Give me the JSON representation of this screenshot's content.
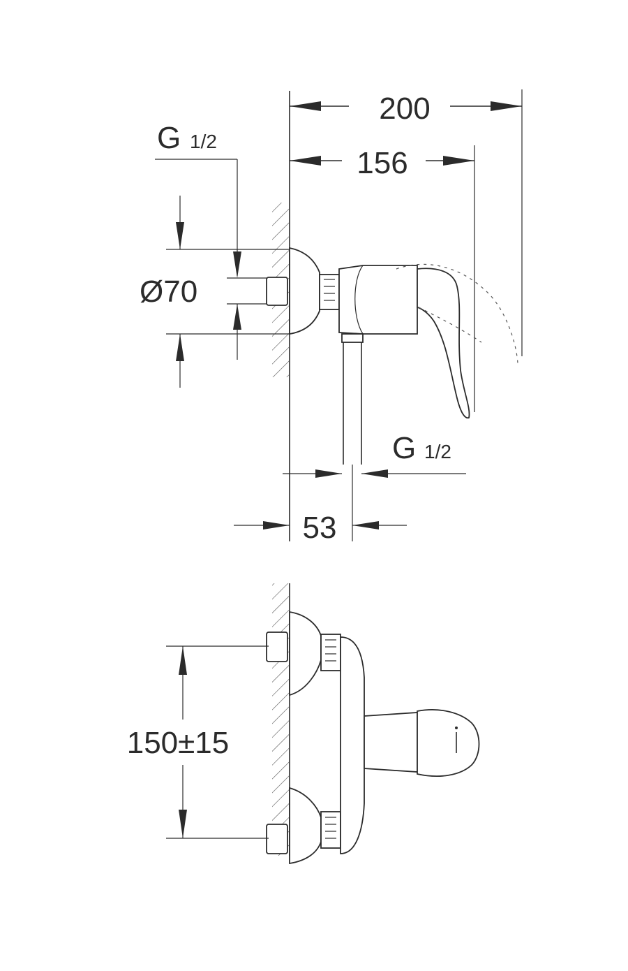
{
  "top_view": {
    "dim_overall": "200",
    "dim_body": "156",
    "dim_diameter": "Ø70",
    "dim_wall_offset": "53",
    "thread_inlet": {
      "base": "G",
      "fraction": "1/2"
    },
    "thread_outlet": {
      "base": "G",
      "fraction": "1/2"
    }
  },
  "front_view": {
    "dim_centers": "150±15"
  }
}
